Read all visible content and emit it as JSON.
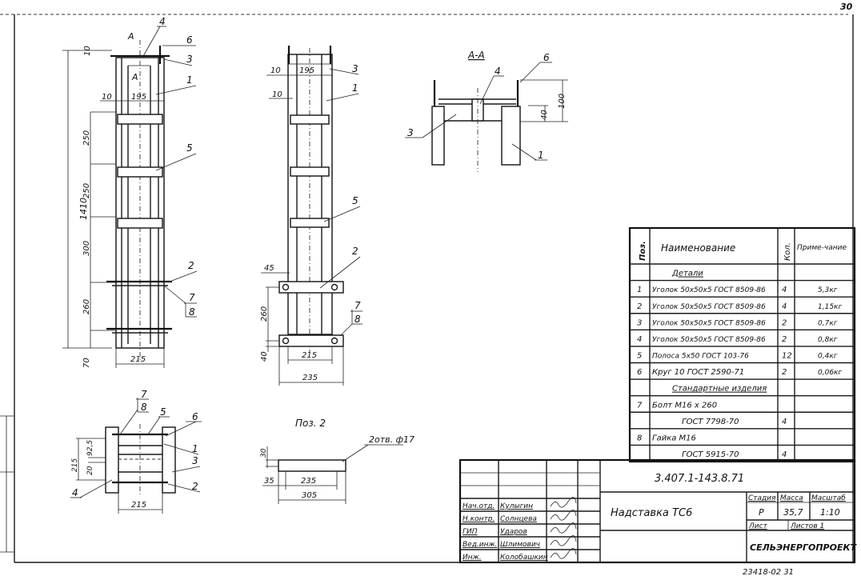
{
  "sheet": {
    "corner_number": "30",
    "bottom_code": "23418-02  31"
  },
  "drawing": {
    "left_view": {
      "dims": {
        "top": "10",
        "w10": "10",
        "w195": "195",
        "d250a": "250",
        "d250b": "250",
        "d300": "300",
        "d260": "260",
        "d70": "70",
        "total": "1410",
        "width": "215"
      },
      "callouts": [
        "4",
        "6",
        "3",
        "1",
        "5",
        "2",
        "7",
        "8"
      ],
      "section_mark": "A"
    },
    "middle_view": {
      "dims": {
        "w10": "10",
        "w195": "195",
        "h10": "10",
        "d45": "45",
        "d260": "260",
        "d40": "40",
        "w215": "215",
        "w235": "235"
      },
      "callouts": [
        "3",
        "1",
        "5",
        "2",
        "7",
        "8"
      ]
    },
    "section_aa": {
      "title": "А-А",
      "dims": {
        "d100": "100",
        "d40": "40"
      },
      "callouts": [
        "4",
        "6",
        "3",
        "1"
      ]
    },
    "plan": {
      "dims": {
        "d215": "215",
        "d20": "20",
        "d925": "92,5",
        "w215": "215"
      },
      "callouts": [
        "7",
        "8",
        "5",
        "6",
        "1",
        "3",
        "2",
        "4"
      ]
    },
    "pos2": {
      "title": "Поз. 2",
      "dims": {
        "h30": "30",
        "d35": "35",
        "d235": "235",
        "d305": "305"
      },
      "hole_label": "2отв. ф17"
    }
  },
  "spec": {
    "headers": {
      "pos": "Поз.",
      "name": "Наименование",
      "qty": "Кол.",
      "note": "Приме-чание"
    },
    "rows": [
      {
        "pos": "",
        "name": "Детали",
        "qty": "",
        "note": "",
        "section": true
      },
      {
        "pos": "1",
        "name": "Уголок 50х50х5 ГОСТ 8509-86",
        "qty": "4",
        "note": "5,3кг"
      },
      {
        "pos": "2",
        "name": "Уголок 50х50х5 ГОСТ 8509-86",
        "qty": "4",
        "note": "1,15кг"
      },
      {
        "pos": "3",
        "name": "Уголок 50х50х5 ГОСТ 8509-86",
        "qty": "2",
        "note": "0,7кг"
      },
      {
        "pos": "4",
        "name": "Уголок 50х50х5 ГОСТ 8509-86",
        "qty": "2",
        "note": "0,8кг"
      },
      {
        "pos": "5",
        "name": "Полоса 5х50 ГОСТ 103-76",
        "qty": "12",
        "note": "0,4кг"
      },
      {
        "pos": "6",
        "name": "Круг 10 ГОСТ 2590-71",
        "qty": "2",
        "note": "0,06кг"
      },
      {
        "pos": "",
        "name": "Стандартные изделия",
        "qty": "",
        "note": "",
        "section": true
      },
      {
        "pos": "7",
        "name": "Болт  М16 х 260",
        "qty": "",
        "note": ""
      },
      {
        "pos": "",
        "name": "ГОСТ 7798-70",
        "qty": "4",
        "note": "",
        "indent": true
      },
      {
        "pos": "8",
        "name": "Гайка  М16",
        "qty": "",
        "note": ""
      },
      {
        "pos": "",
        "name": "ГОСТ 5915-70",
        "qty": "4",
        "note": "",
        "indent": true
      }
    ]
  },
  "title_block": {
    "doc_number": "3.407.1-143.8.71",
    "name": "Надставка ТС6",
    "stage_label": "Стадия",
    "mass_label": "Масса",
    "scale_label": "Масштаб",
    "stage": "Р",
    "mass": "35,7",
    "scale": "1:10",
    "sheet_label": "Лист",
    "sheets_label": "Листов 1",
    "organization": "СЕЛЬЭНЕРГОПРОЕКТ",
    "signers": [
      {
        "role": "Нач.отд.",
        "name": "Кулыгин"
      },
      {
        "role": "Н.контр.",
        "name": "Солнцева"
      },
      {
        "role": "ГИП",
        "name": "Ударов"
      },
      {
        "role": "Вед.инж.",
        "name": "Шлимович"
      },
      {
        "role": "Инж.",
        "name": "Колобашкин"
      }
    ]
  }
}
